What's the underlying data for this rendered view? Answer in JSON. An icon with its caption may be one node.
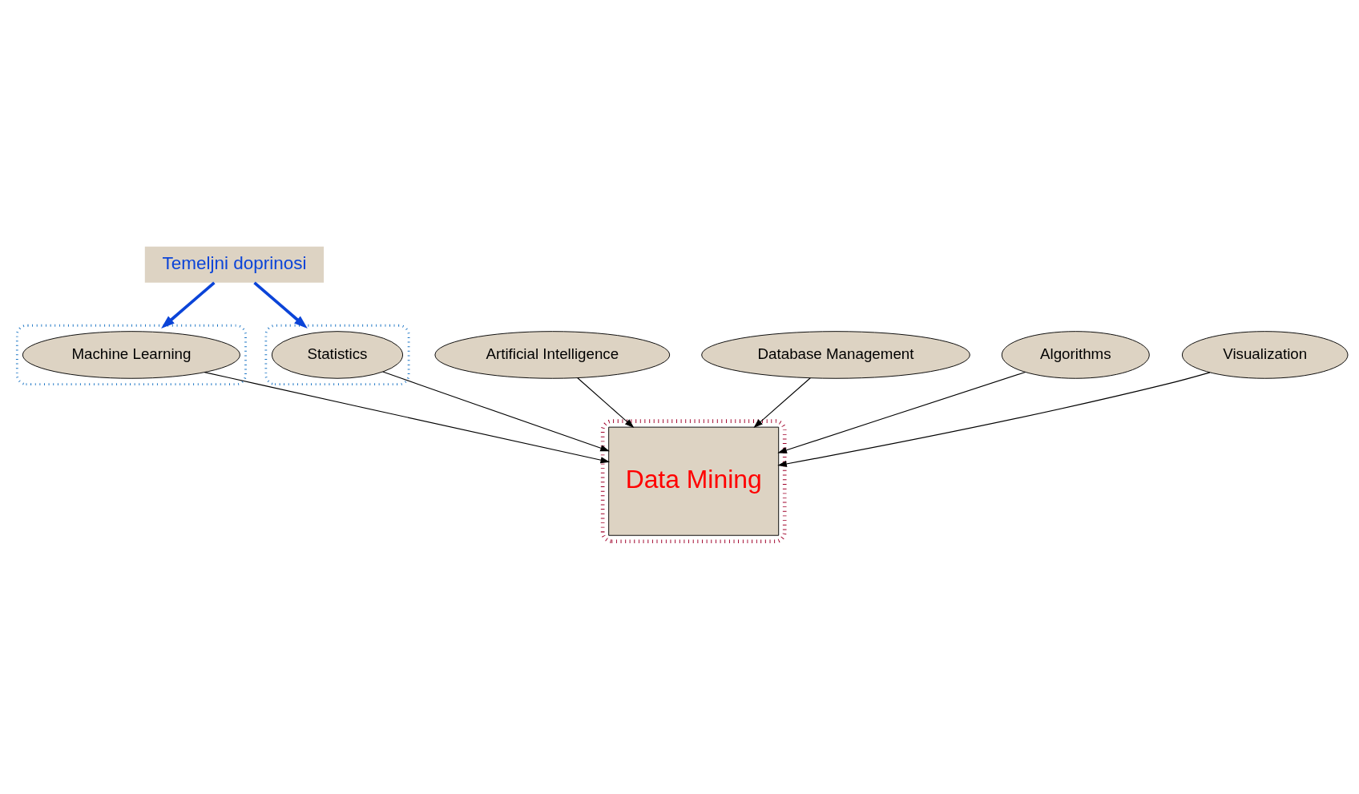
{
  "diagram": {
    "nodes": [
      {
        "text": [
          "Temeljni doprinosi"
        ]
      },
      {
        "text": [],
        "shape": "ellipse"
      },
      {
        "text": [
          "Machine Learning"
        ],
        "in": 1
      },
      {
        "text": [
          "Artificial Intelligence"
        ]
      },
      {
        "text": [
          "Database Management"
        ]
      },
      {
        "text": [],
        "shape": "ellipse"
      },
      {
        "text": [
          "Statistics"
        ],
        "in": 5
      },
      {
        "text": [
          "Algorithms"
        ]
      },
      {
        "text": [],
        "shape": "ellipse"
      },
      {
        "text": [
          "Data Mining"
        ],
        "in": 8
      },
      {
        "text": [
          "Visualization"
        ]
      }
    ],
    "edges": [
      {
        "from": 0,
        "to": 1,
        "arrow": "to",
        "style": "thick",
        "color": "#0b44d8"
      },
      {
        "from": 0,
        "to": 5,
        "arrow": "to",
        "style": "thick",
        "color": "#0b44d8"
      },
      {
        "from": 2,
        "to": 9,
        "arrow": "to"
      },
      {
        "from": 4,
        "to": 9,
        "arrow": "to"
      },
      {
        "from": 3,
        "to": 9,
        "arrow": "to"
      },
      {
        "from": 6,
        "to": 9,
        "arrow": "to"
      },
      {
        "from": 7,
        "to": 9,
        "arrow": "to"
      },
      {
        "from": 10,
        "to": 9,
        "arrow": "to"
      }
    ]
  }
}
